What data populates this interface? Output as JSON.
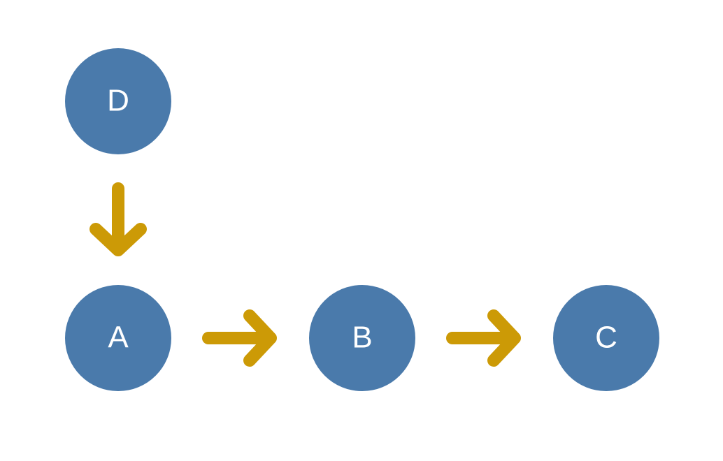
{
  "colors": {
    "node_fill": "#4a7aab",
    "node_text": "#ffffff",
    "arrow": "#cc9a06",
    "background": "#ffffff"
  },
  "nodes": [
    {
      "id": "D",
      "label": "D"
    },
    {
      "id": "A",
      "label": "A"
    },
    {
      "id": "B",
      "label": "B"
    },
    {
      "id": "C",
      "label": "C"
    }
  ],
  "edges": [
    {
      "from": "D",
      "to": "A"
    },
    {
      "from": "A",
      "to": "B"
    },
    {
      "from": "B",
      "to": "C"
    }
  ]
}
